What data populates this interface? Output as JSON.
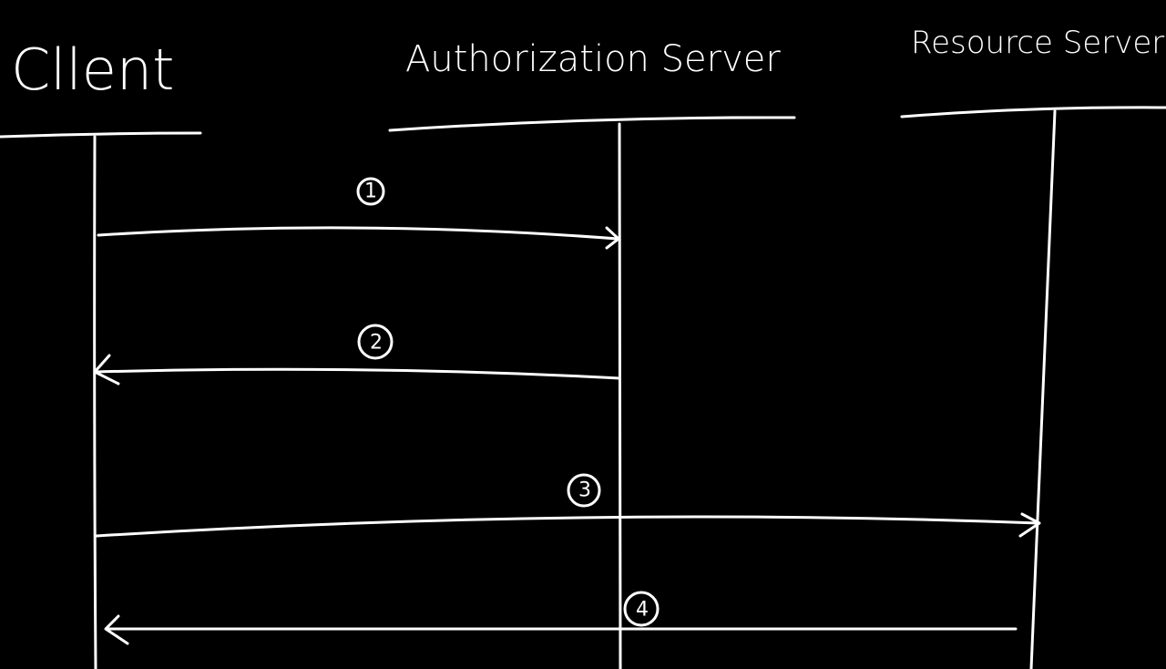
{
  "diagram": {
    "type": "sequence-diagram",
    "background_color": "#000000",
    "stroke_color": "#ffffff",
    "participants": [
      {
        "id": "client",
        "label": "Cllent"
      },
      {
        "id": "auth",
        "label": "Authorization Server"
      },
      {
        "id": "resource",
        "label": "Resource Server"
      }
    ],
    "messages": [
      {
        "number": "1",
        "from": "client",
        "to": "auth"
      },
      {
        "number": "2",
        "from": "auth",
        "to": "client"
      },
      {
        "number": "3",
        "from": "client",
        "to": "resource"
      },
      {
        "number": "4",
        "from": "resource",
        "to": "client"
      }
    ]
  }
}
